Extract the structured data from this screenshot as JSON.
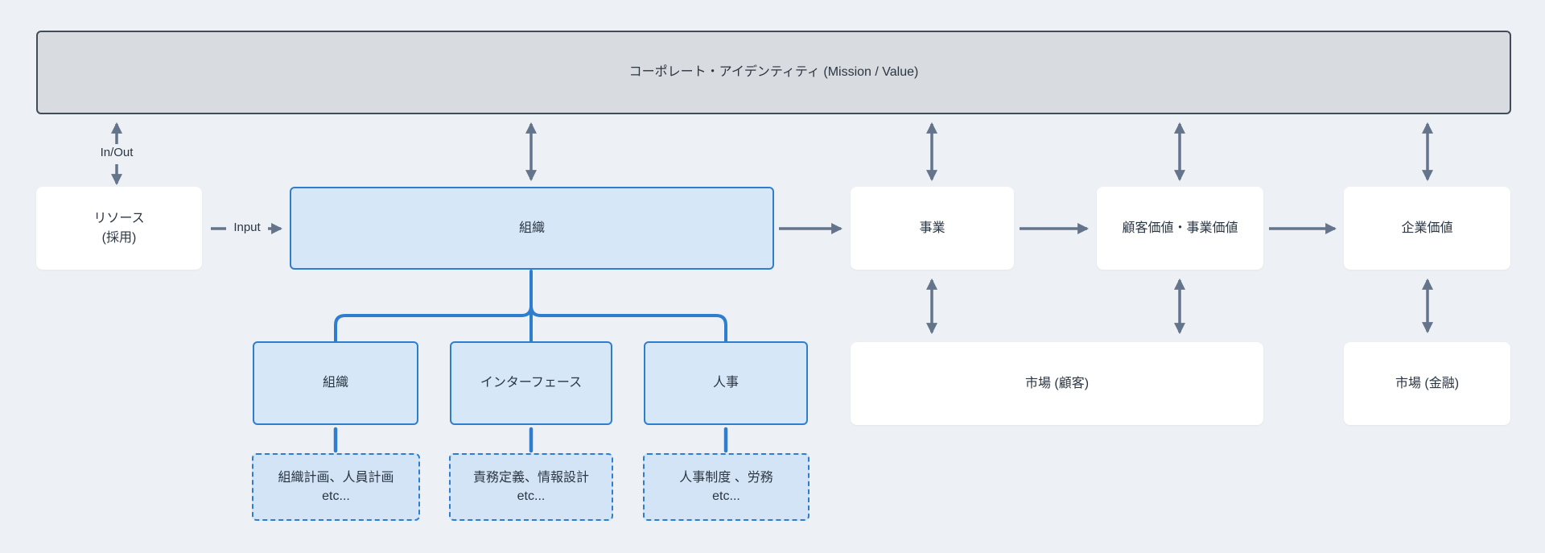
{
  "header": {
    "title": "コーポレート・アイデンティティ (Mission / Value)"
  },
  "edge_labels": {
    "in_out": "In/Out",
    "input": "Input"
  },
  "nodes": {
    "resource": {
      "label": "リソース",
      "sublabel": "(採用)"
    },
    "organization_main": {
      "label": "組織"
    },
    "business": {
      "label": "事業"
    },
    "customer_business_value": {
      "label": "顧客価値・事業価値"
    },
    "corporate_value": {
      "label": "企業価値"
    },
    "market_customer": {
      "label": "市場 (顧客)"
    },
    "market_finance": {
      "label": "市場 (金融)"
    },
    "organization_sub": {
      "label": "組織"
    },
    "interface": {
      "label": "インターフェース"
    },
    "hr": {
      "label": "人事"
    },
    "organization_detail": {
      "label": "組織計画、人員計画",
      "sublabel": "etc..."
    },
    "interface_detail": {
      "label": "責務定義、情報設計",
      "sublabel": "etc..."
    },
    "hr_detail": {
      "label": "人事制度 、労務",
      "sublabel": "etc..."
    }
  },
  "colors": {
    "background": "#edf1f5",
    "bar_fill": "#d8dbdf",
    "bar_border": "#414c58",
    "node_fill": "#ffffff",
    "blue_fill": "#d6e8f8",
    "blue_border": "#2e7ed0",
    "dashed_fill": "#d2e4f6",
    "arrow_gray": "#64748b",
    "text": "#2b3643"
  }
}
